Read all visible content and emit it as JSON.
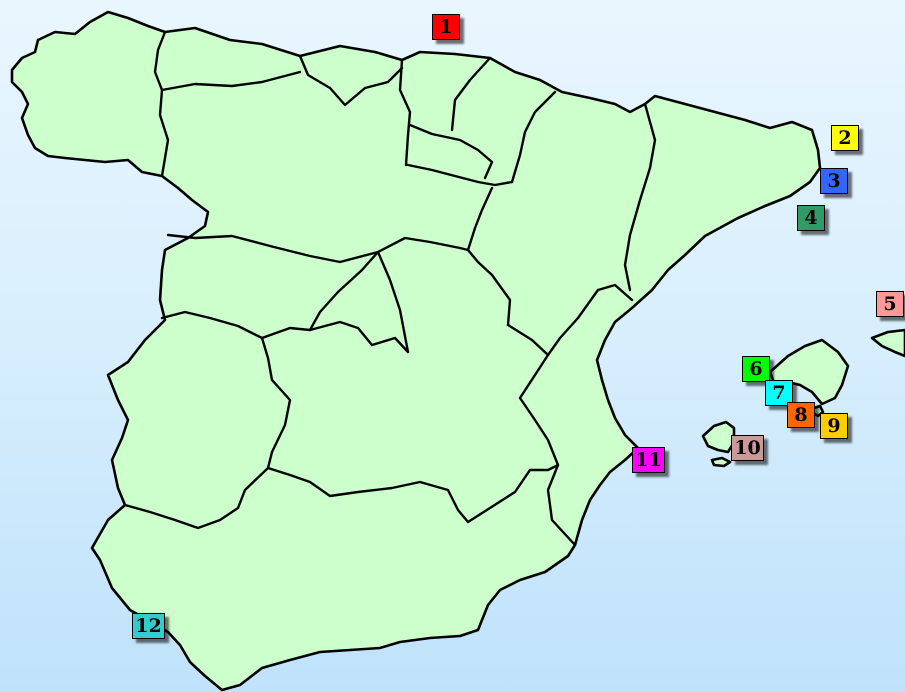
{
  "colors": {
    "land": "#ccffcc",
    "outline": "#000000",
    "sea_top": "#e9f6fe",
    "sea_bottom": "#bfe2fb"
  },
  "markers": [
    {
      "id": "1",
      "label": "1",
      "color": "#ff0000"
    },
    {
      "id": "2",
      "label": "2",
      "color": "#ffff00"
    },
    {
      "id": "3",
      "label": "3",
      "color": "#3366ff"
    },
    {
      "id": "4",
      "label": "4",
      "color": "#339966"
    },
    {
      "id": "5",
      "label": "5",
      "color": "#ff9999"
    },
    {
      "id": "6",
      "label": "6",
      "color": "#00ff00"
    },
    {
      "id": "7",
      "label": "7",
      "color": "#00ffff"
    },
    {
      "id": "8",
      "label": "8",
      "color": "#ff6600"
    },
    {
      "id": "9",
      "label": "9",
      "color": "#ffcc00"
    },
    {
      "id": "10",
      "label": "10",
      "color": "#cc9999"
    },
    {
      "id": "11",
      "label": "11",
      "color": "#ff00ff"
    },
    {
      "id": "12",
      "label": "12",
      "color": "#33cccc"
    }
  ]
}
